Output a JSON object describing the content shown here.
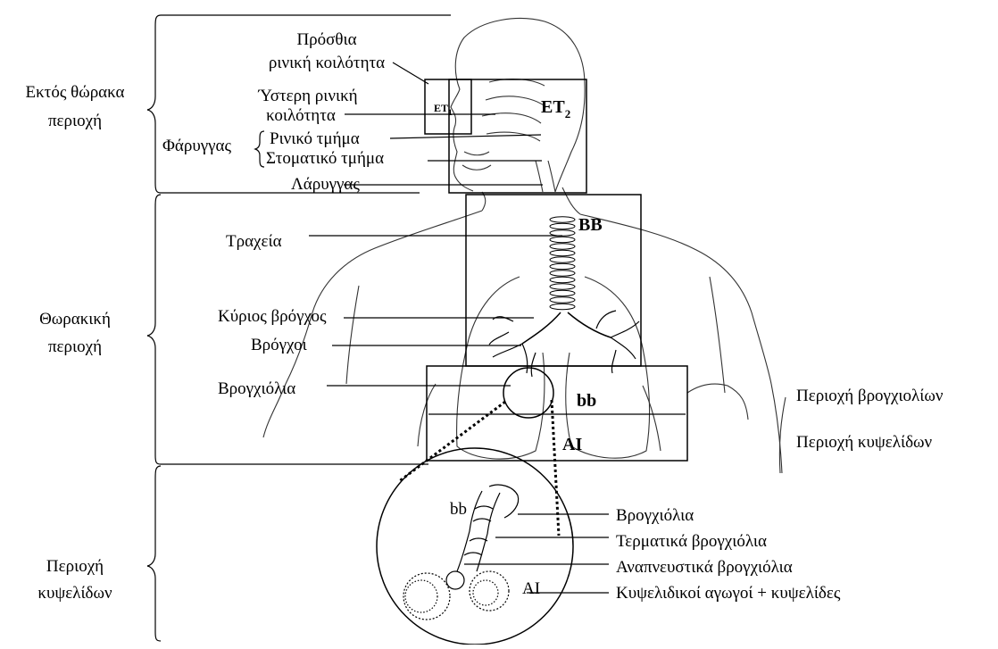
{
  "regions": {
    "extrathoracic": [
      "Εκτός θώρακα",
      "περιοχή"
    ],
    "thoracic": [
      "Θωρακική",
      "περιοχή"
    ],
    "alveolar": [
      "Περιοχή",
      "κυψελίδων"
    ]
  },
  "upper_labels": {
    "anterior_nasal": [
      "Πρόσθια",
      "ρινική κοιλότητα"
    ],
    "posterior_nasal": [
      "Ύστερη ρινική",
      "κοιλότητα"
    ],
    "pharynx": "Φάρυγγας",
    "nasal_part": "Ρινικό τμήμα",
    "oral_part": "Στοματικό τμήμα",
    "larynx": "Λάρυγγας"
  },
  "thoracic_labels": {
    "trachea": "Τραχεία",
    "main_bronchus": "Κύριος βρόγχος",
    "bronchi": "Βρόγχοι",
    "bronchioles": "Βρογχιόλια"
  },
  "boxes": {
    "et1_main": "ET",
    "et1_sub": "1",
    "et2_main": "ET",
    "et2_sub": "2",
    "bb_upper": "BB",
    "bb_lower": "bb",
    "ai": "AI"
  },
  "right_labels": {
    "bronchiolar_region": "Περιοχή βρογχιολίων",
    "alveolar_region": "Περιοχή κυψελίδων"
  },
  "detail": {
    "bb": "bb",
    "ai": "AI",
    "items": [
      "Βρογχιόλια",
      "Τερματικά βρογχιόλια",
      "Αναπνευστικά βρογχιόλια",
      "Κυψελιδικοί αγωγοί + κυψελίδες"
    ]
  }
}
